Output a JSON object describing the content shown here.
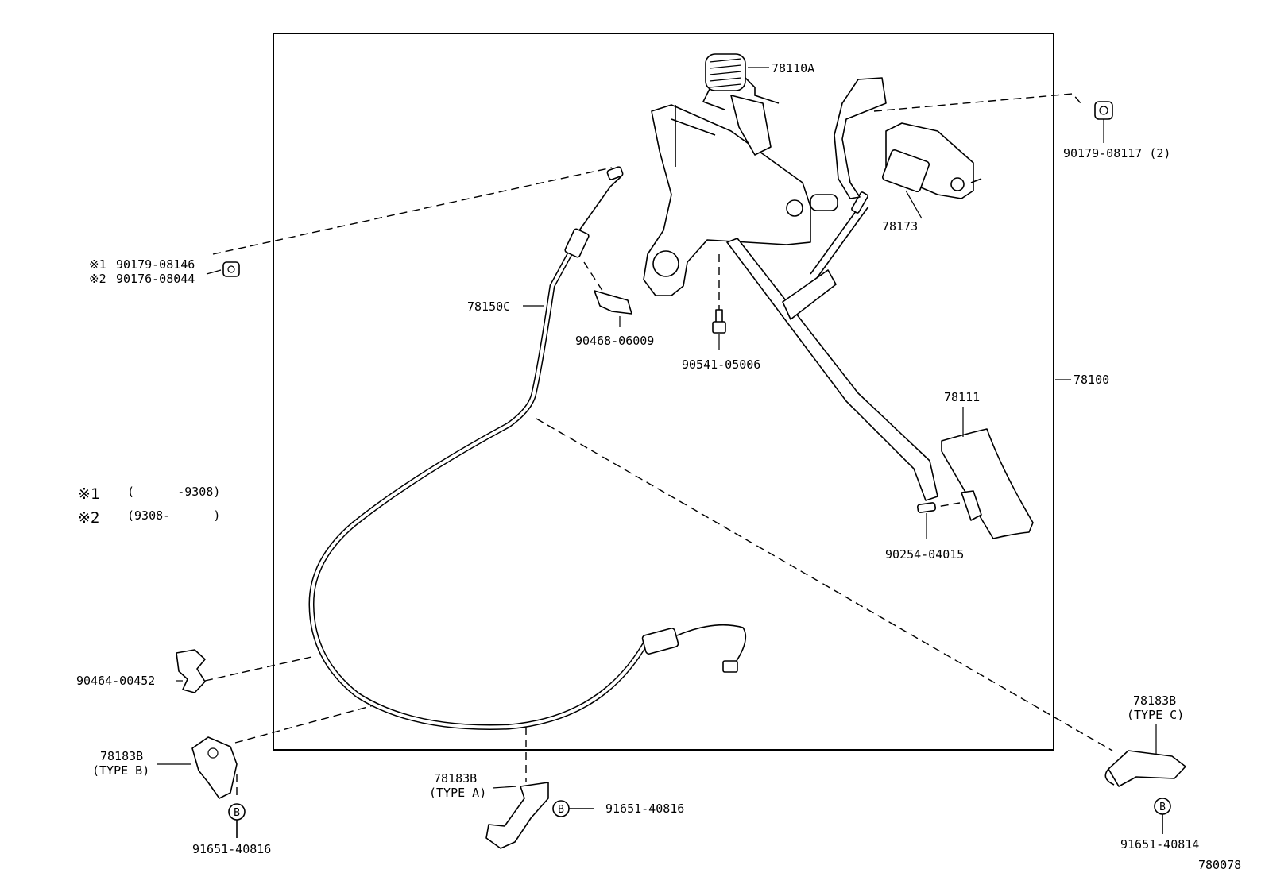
{
  "labels": {
    "spring": "78110A",
    "bracket_lever": "78173",
    "nut_right": "90179-08117 (2)",
    "nut_left_1": "90179-08146",
    "nut_left_2": "90176-08044",
    "nut_left_mark_1": "※1",
    "nut_left_mark_2": "※2",
    "cable": "78150C",
    "cable_clip": "90468-06009",
    "stopper_bolt": "90541-05006",
    "pedal_assy": "78100",
    "pedal_pad": "78111",
    "pin": "90254-04015",
    "clamp": "90464-00452",
    "clamp_b": "78183B",
    "clamp_b_type": "(TYPE B)",
    "bolt_b_left": "91651-40816",
    "clamp_a": "78183B",
    "clamp_a_type": "(TYPE A)",
    "bolt_a": "91651-40816",
    "clamp_c": "78183B",
    "clamp_c_type": "(TYPE C)",
    "bolt_c": "91651-40814",
    "diagram_id": "780078",
    "b_mark": "B"
  },
  "notes": [
    {
      "mark": "※1",
      "range": "(      -9308)"
    },
    {
      "mark": "※2",
      "range": "(9308-      )"
    }
  ]
}
